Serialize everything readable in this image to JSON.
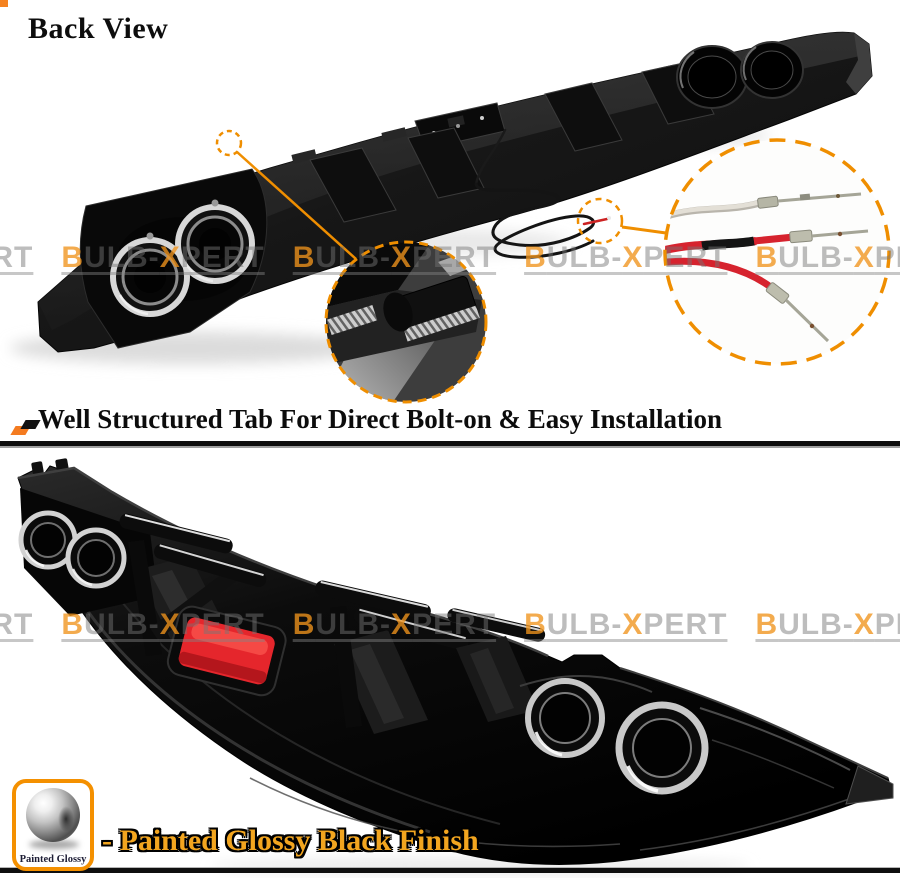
{
  "top_section": {
    "title": "Back View"
  },
  "feature_caption": {
    "text": "Well Structured Tab For Direct Bolt-on & Easy Installation"
  },
  "finish_section": {
    "badge_label": "Painted Glossy",
    "caption": "- Painted Glossy Black Finish"
  },
  "watermark": {
    "part1": "BULB-",
    "part2": "XPERT",
    "repeats": 6
  },
  "colors": {
    "accent_orange": "#EF8E00",
    "icon_orange": "#F47B20",
    "badge_border_orange": "#F49000",
    "caption_gold": "#F2A51F",
    "watermark_orange": "#F0941C",
    "watermark_gray": "#767676",
    "reflector_red": "#E5262C",
    "wire_red": "#D6232E",
    "body_black": "#111111",
    "background": "#FFFFFF"
  }
}
